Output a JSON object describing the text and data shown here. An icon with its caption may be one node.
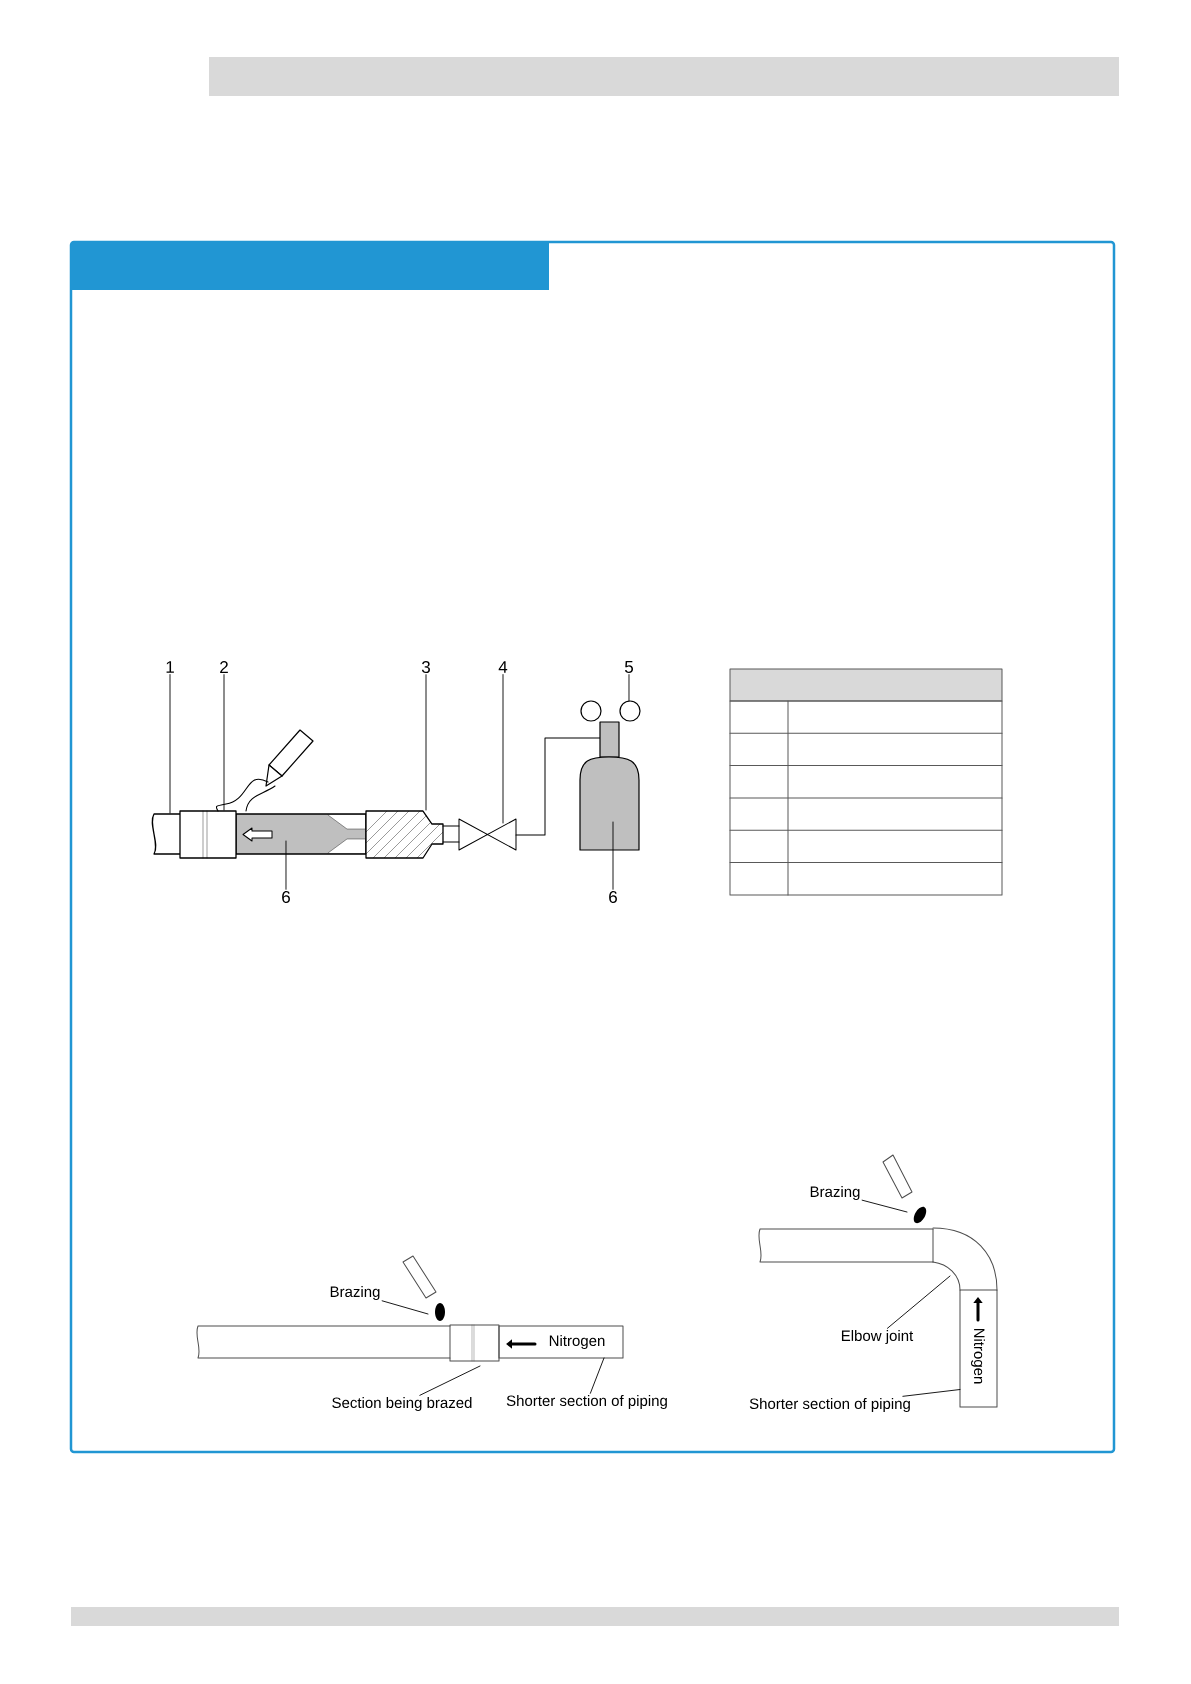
{
  "diagram": {
    "nodes": [
      {
        "text": [
          "1"
        ]
      },
      {
        "text": [
          "2"
        ]
      },
      {
        "text": [
          "3"
        ]
      },
      {
        "text": [
          "4"
        ]
      },
      {
        "text": [
          "5"
        ]
      },
      {
        "text": [
          "6"
        ]
      },
      {
        "text": [
          "6"
        ]
      },
      {
        "text": [
          "Brazing"
        ]
      },
      {
        "text": [
          "Section being brazed"
        ]
      },
      {
        "text": [
          "Shorter section of piping"
        ]
      },
      {
        "text": [
          "Brazing"
        ]
      },
      {
        "text": [
          "Elbow joint"
        ]
      },
      {
        "text": [
          "Shorter section of piping"
        ]
      },
      {
        "text": [],
        "shape": "bar"
      },
      {
        "text": [],
        "shape": "pipe"
      },
      {
        "text": [],
        "shape": "pipe"
      },
      {
        "text": [],
        "shape": "elbow"
      },
      {
        "text": [],
        "shape": "picture"
      }
    ],
    "edges": [
      {
        "from": 0,
        "to": 17,
        "arrow": "none"
      },
      {
        "from": 1,
        "to": 17,
        "arrow": "none"
      },
      {
        "from": 2,
        "to": 17,
        "arrow": "none"
      },
      {
        "from": 3,
        "to": 17,
        "arrow": "none"
      },
      {
        "from": 4,
        "to": 17,
        "arrow": "none"
      },
      {
        "from": 5,
        "to": 17,
        "arrow": "none"
      },
      {
        "from": 6,
        "to": 17,
        "arrow": "none"
      },
      {
        "from": 7,
        "to": null,
        "arrow": "none"
      },
      {
        "from": 8,
        "to": null,
        "arrow": "none"
      },
      {
        "from": 9,
        "to": 14,
        "arrow": "none"
      },
      {
        "from": 10,
        "to": null,
        "arrow": "none"
      },
      {
        "from": 11,
        "to": 16,
        "arrow": "none"
      },
      {
        "from": 12,
        "to": 15,
        "arrow": "none"
      }
    ],
    "labels": [
      "Nitrogen",
      "Nitrogen"
    ]
  }
}
